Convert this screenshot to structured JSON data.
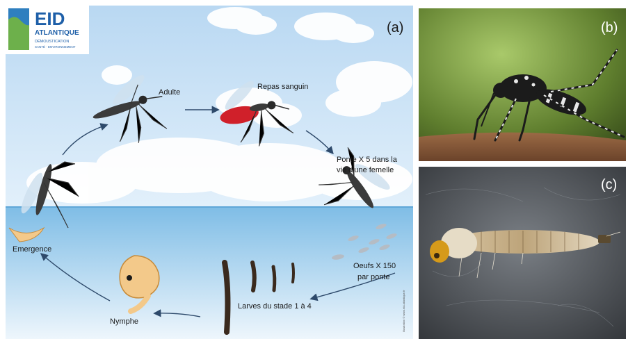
{
  "panels": {
    "a": {
      "label": "(a)",
      "logo": {
        "name": "EID",
        "subtitle": "ATLANTIQUE",
        "line1": "DÉMOUSTICATION",
        "line2": "SANTÉ · ENVIRONNEMENT"
      },
      "stages": {
        "adulte": "Adulte",
        "repas": "Repas sanguin",
        "ponte_line1": "Ponte X 5 dans la",
        "ponte_line2": "vie d'une femelle",
        "oeufs_line1": "Oeufs X 150",
        "oeufs_line2": "par ponte",
        "larves": "Larves du stade 1 à 4",
        "nymphe": "Nymphe",
        "emergence": "Emergence"
      },
      "credit": "Illustration ©  www.eid-atlantique.fr"
    },
    "b": {
      "label": "(b)"
    },
    "c": {
      "label": "(c)"
    }
  },
  "colors": {
    "sky": "#c9e2f6",
    "water": "#8cc4e8",
    "blood": "#d0202a",
    "arrow": "#2e4a6b"
  }
}
